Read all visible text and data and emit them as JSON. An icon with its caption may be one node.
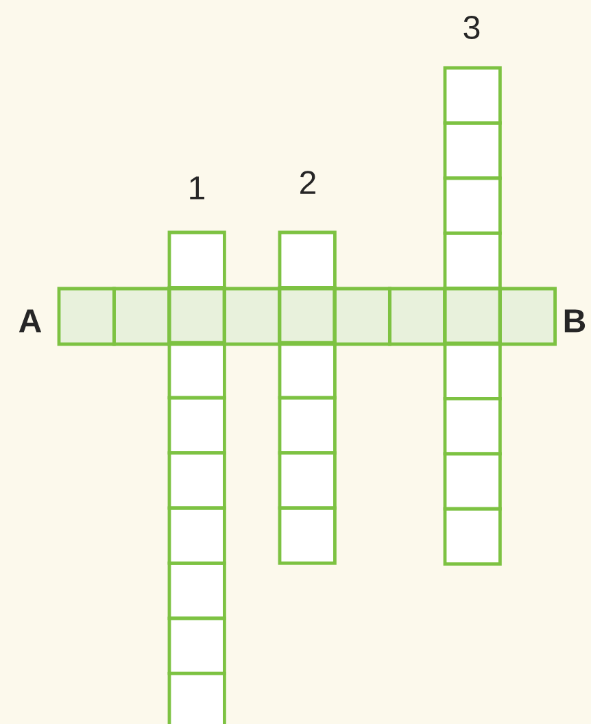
{
  "diagram": {
    "labels": [
      "3",
      "1",
      "2",
      "A",
      "B"
    ]
  }
}
